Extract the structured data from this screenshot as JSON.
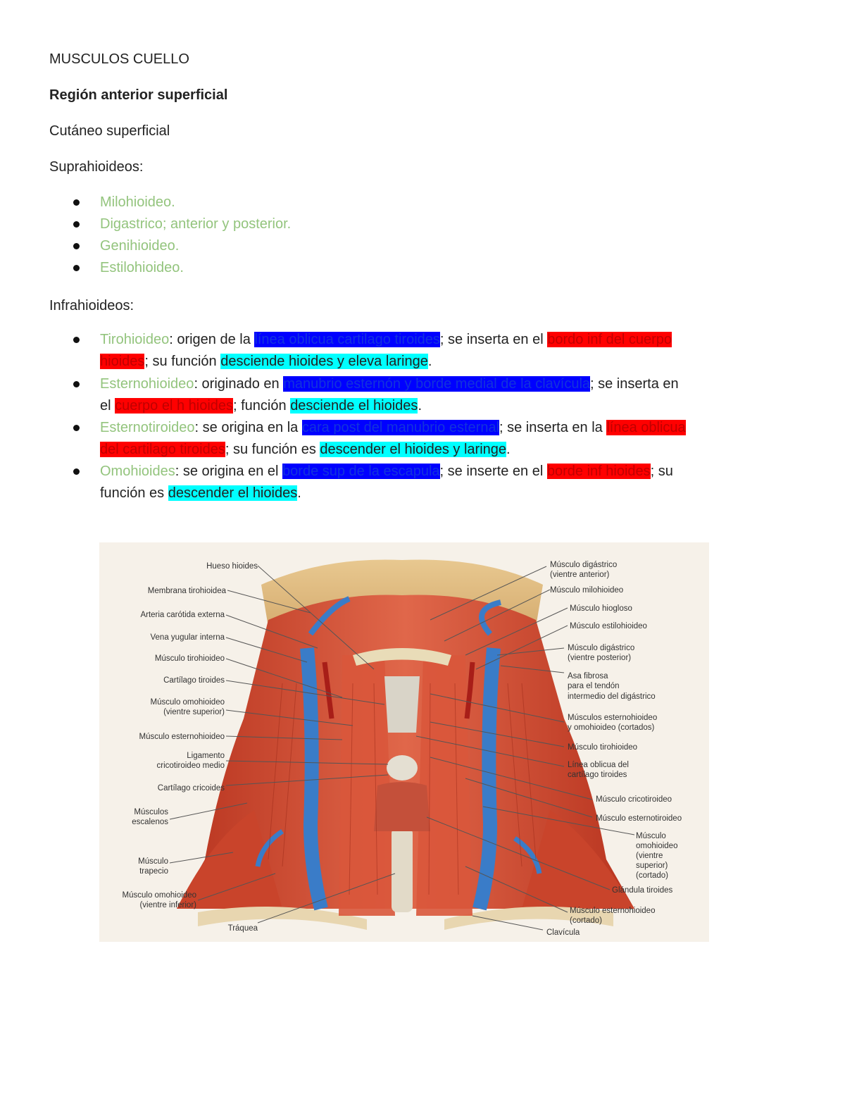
{
  "title": "MUSCULOS CUELLO",
  "heading": "Región anterior superficial",
  "cutaneo": "Cutáneo superficial",
  "supra_heading": "Suprahioideos:",
  "supra_items": [
    "Milohioideo.",
    "Digastrico; anterior y posterior.",
    "Genihioideo.",
    "Estilohioideo."
  ],
  "infra_heading": "Infrahioideos:",
  "infra": {
    "i1": {
      "name": "Tirohioideo",
      "t1": ": origen de la ",
      "origin": "línea oblicua cartilago tiroides",
      "t2": "; se inserta en el ",
      "insert_a": "bordo inf del cuerpo",
      "insert_b": "hioides",
      "t3": "; su función ",
      "func": "desciende hioides y eleva laringe",
      "t4": "."
    },
    "i2": {
      "name": "Esternohioideo",
      "t1": ": originado en ",
      "origin": "manubrio esternón y borde medial de la clavícula",
      "t2a": "; se inserta en",
      "t2b": "el ",
      "insert": "cuerpo el h hioides",
      "t3": "; función ",
      "func": "desciende el hioides",
      "t4": "."
    },
    "i3": {
      "name": "Esternotiroideo",
      "t1": ": se origina en la ",
      "origin": "cara post del manubrio esternal",
      "t2": "; se inserta en la ",
      "insert_a": "línea oblicua",
      "insert_b": "del cartilago tiroides",
      "t3": "; su función es ",
      "func": "descender el hioides y laringe",
      "t4": "."
    },
    "i4": {
      "name": "Omohioides",
      "t1": ": se origina en el ",
      "origin": "borde sup de la escapula",
      "t2": "; se inserte en el ",
      "insert": "borde inf hioides",
      "t3a": "; su",
      "t3b": "función es ",
      "func": "descender el hioides",
      "t4": "."
    }
  },
  "figure": {
    "left_labels": [
      "Hueso hioides",
      "Membrana tirohioidea",
      "Arteria carótida externa",
      "Vena yugular interna",
      "Músculo tirohioideo",
      "Cartílago tiroides",
      "Músculo omohioideo",
      "(vientre superior)",
      "Músculo esternohioideo",
      "Ligamento",
      "cricotiroideo medio",
      "Cartílago cricoides",
      "Músculos",
      "escalenos",
      "Músculo",
      "trapecio",
      "Músculo omohioideo",
      "(vientre inferior)",
      "Tráquea"
    ],
    "right_labels": [
      "Músculo digástrico",
      "(vientre anterior)",
      "Músculo milohioideo",
      "Músculo hiogloso",
      "Músculo estilohioideo",
      "Músculo digástrico",
      "(vientre posterior)",
      "Asa fibrosa",
      "para el tendón",
      "intermedio del digástrico",
      "Músculos esternohioideo",
      "y omohioideo (cortados)",
      "Músculo tirohioideo",
      "Línea oblicua del",
      "cartílago tiroides",
      "Músculo cricotiroideo",
      "Músculo esternotiroideo",
      "Músculo",
      "omohioideo",
      "(vientre",
      "superior)",
      "(cortado)",
      "Glándula tiroides",
      "Músculo esternohioideo",
      "(cortado)",
      "Clavícula"
    ]
  }
}
